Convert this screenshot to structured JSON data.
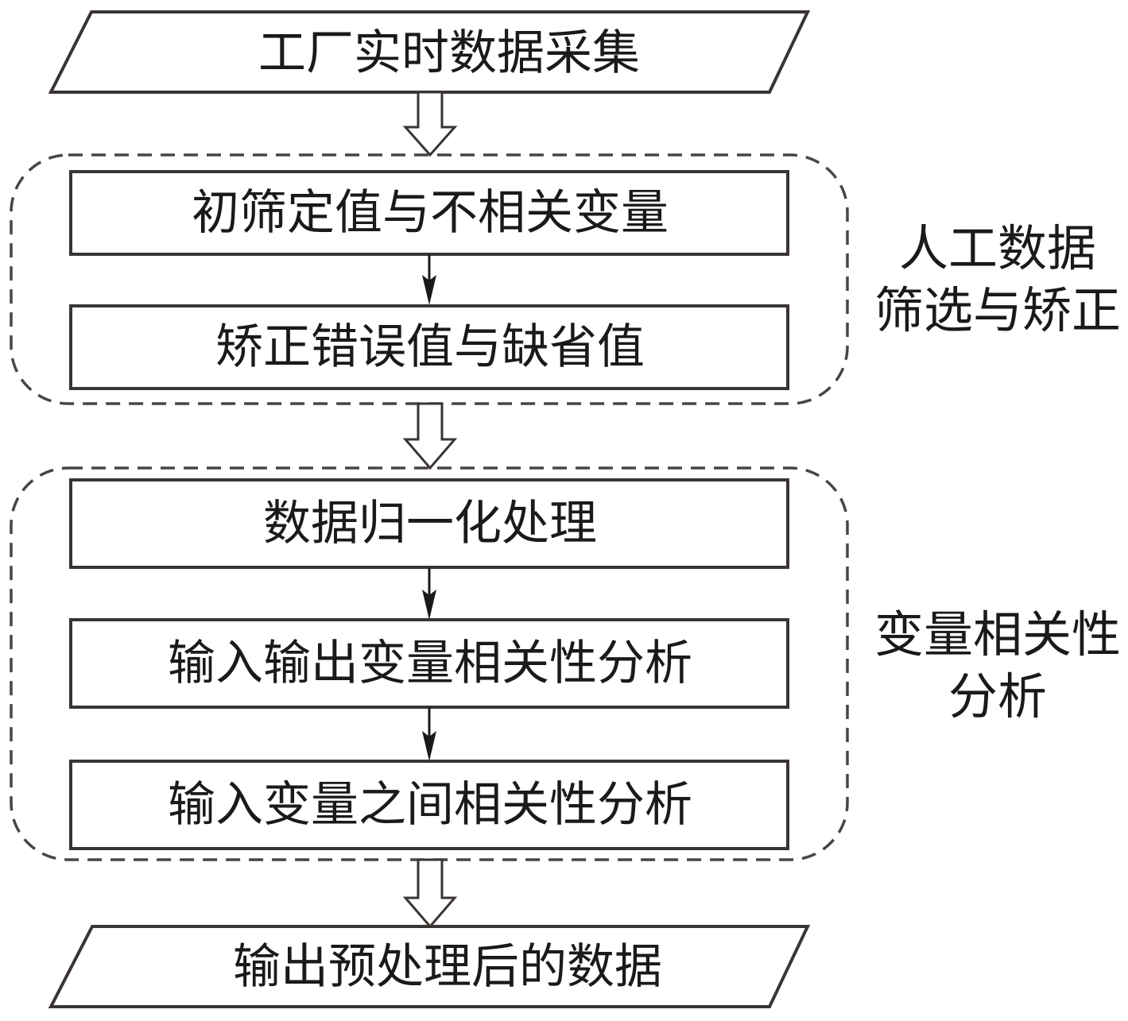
{
  "diagram": {
    "type": "flowchart",
    "start": {
      "label": "工厂实时数据采集",
      "shape": "parallelogram"
    },
    "groups": [
      {
        "label_lines": [
          "人工数据",
          "筛选与矫正"
        ],
        "steps": [
          {
            "label": "初筛定值与不相关变量"
          },
          {
            "label": "矫正错误值与缺省值"
          }
        ]
      },
      {
        "label_lines": [
          "变量相关性",
          "分析"
        ],
        "steps": [
          {
            "label": "数据归一化处理"
          },
          {
            "label": "输入输出变量相关性分析"
          },
          {
            "label": "输入变量之间相关性分析"
          }
        ]
      }
    ],
    "end": {
      "label": "输出预处理后的数据",
      "shape": "parallelogram"
    },
    "colors": {
      "stroke": "#3a3533",
      "dashed_border": "#4a4543",
      "background": "#ffffff",
      "text": "#1a1a1a"
    }
  }
}
